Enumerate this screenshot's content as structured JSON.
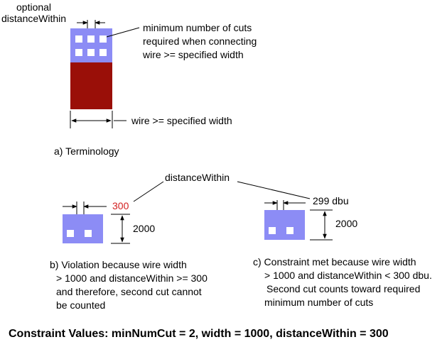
{
  "terminology": {
    "optional_label_line1": "optional",
    "optional_label_line2": "distanceWithin",
    "min_cuts_line1": "minimum number of cuts",
    "min_cuts_line2": "required when connecting",
    "min_cuts_line3": "wire >= specified width",
    "wire_width_label": "wire >= specified width",
    "caption": "a) Terminology"
  },
  "shared_label": "distanceWithin",
  "case_b": {
    "distance_value": "300",
    "height_value": "2000",
    "caption_lines": [
      "b) Violation because wire width",
      "> 1000 and distanceWithin >= 300",
      "and therefore, second cut cannot",
      "be counted"
    ]
  },
  "case_c": {
    "distance_value": "299 dbu",
    "height_value": "2000",
    "caption_lines": [
      "c) Constraint met because wire width",
      "> 1000 and distanceWithin < 300 dbu.",
      "Second cut counts toward required",
      "minimum number of cuts"
    ]
  },
  "footer": "Constraint Values: minNumCut = 2, width = 1000, distanceWithin = 300",
  "colors": {
    "via_blue": "#8c8cf5",
    "wire_red": "#9a0f08",
    "cut_white": "#ffffff",
    "highlight_red": "#d32020"
  }
}
